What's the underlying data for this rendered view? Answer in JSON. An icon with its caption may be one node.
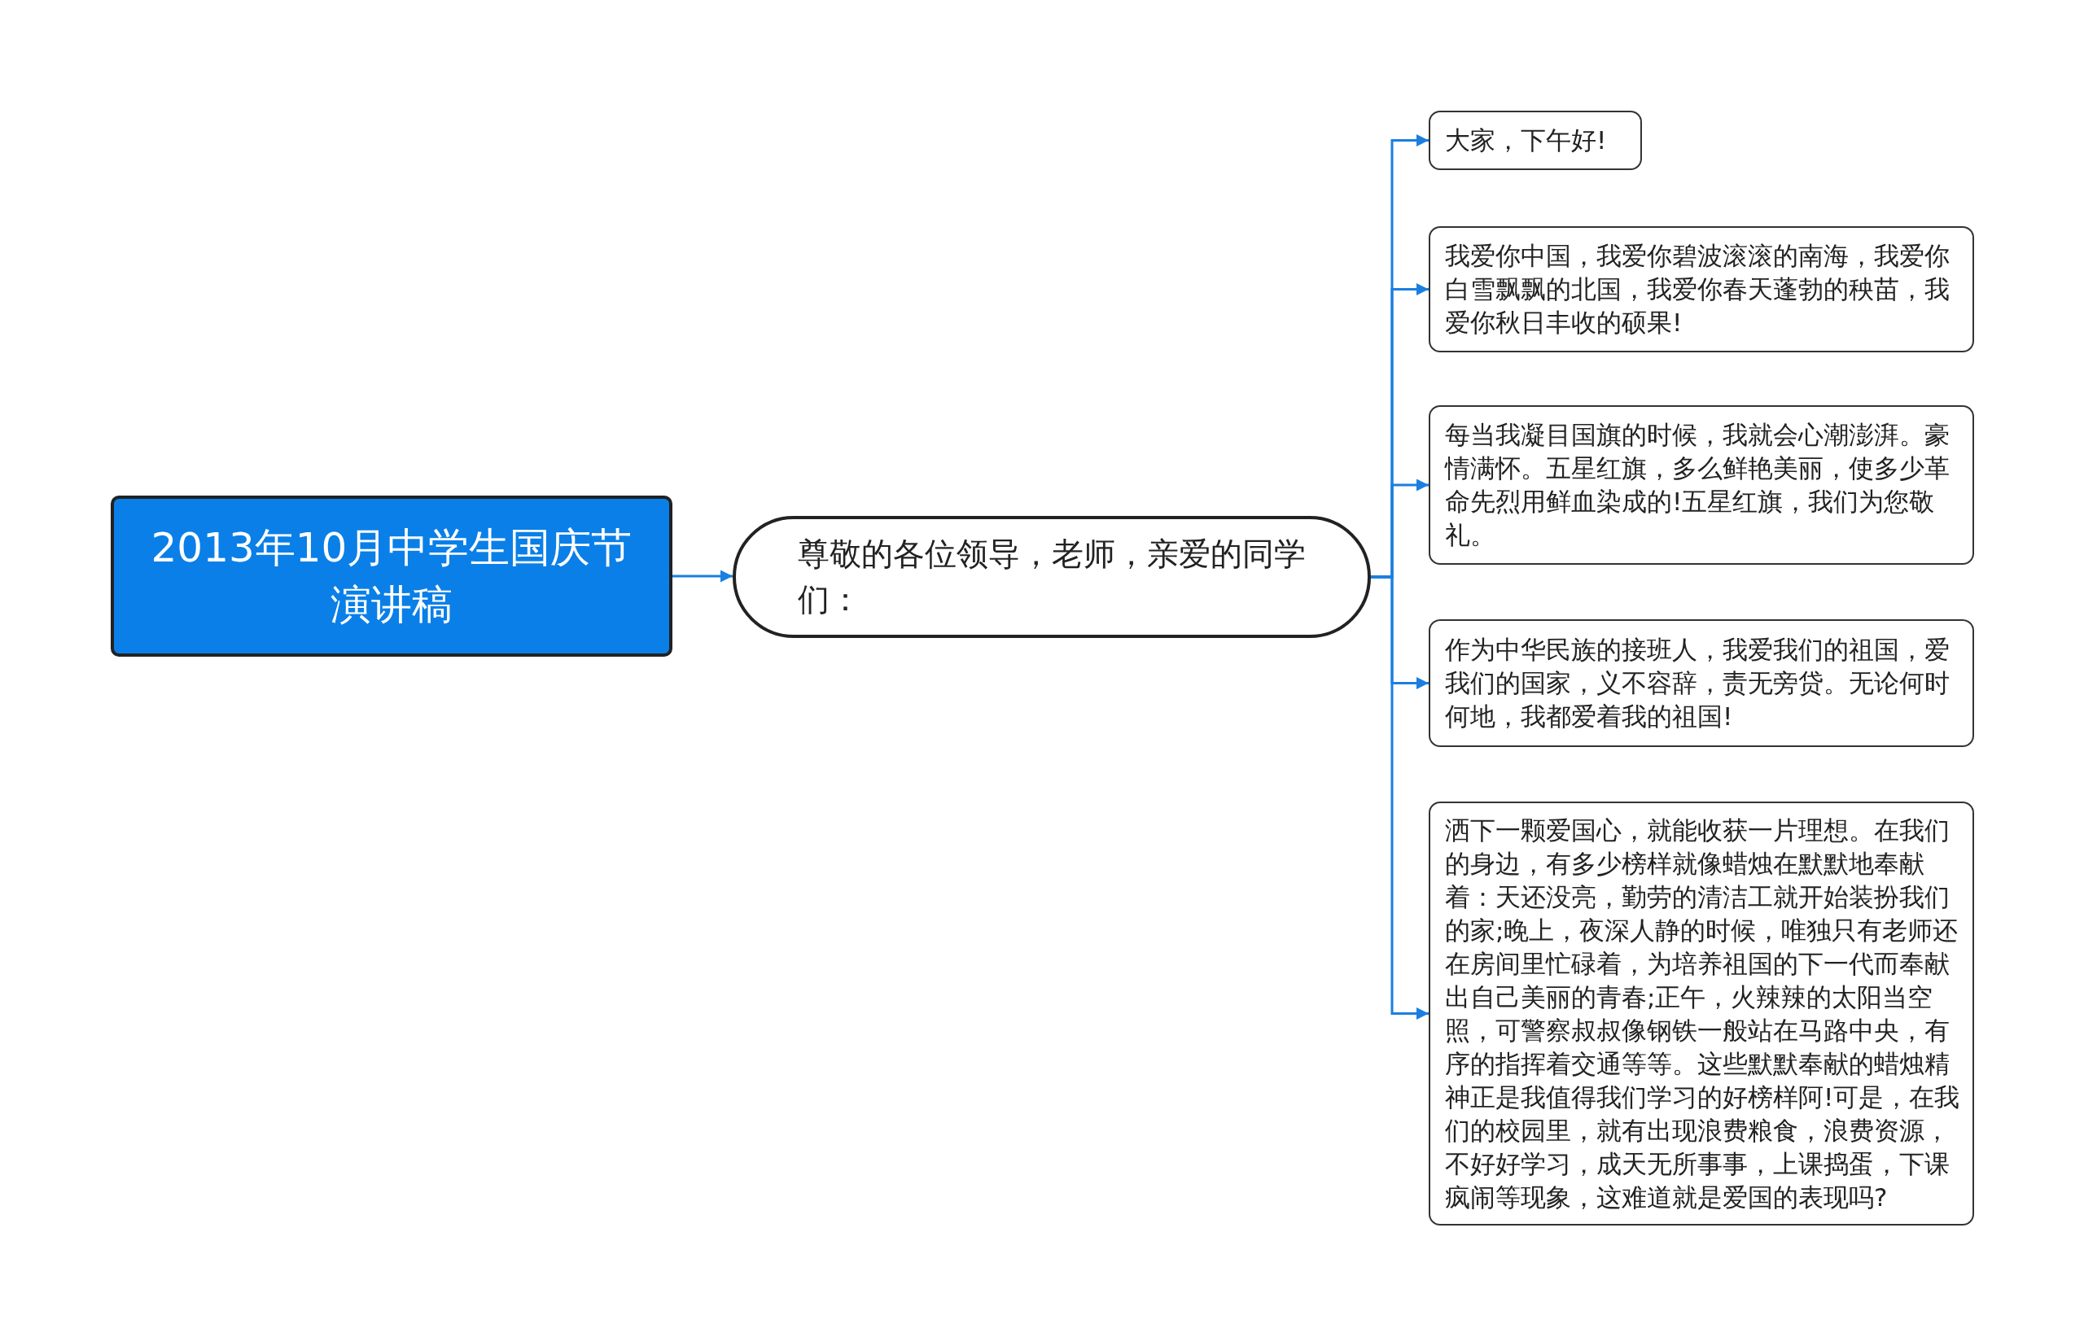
{
  "diagram": {
    "nodes": [
      {
        "text": [
          "2013年10月中学生国庆节演讲稿"
        ]
      },
      {
        "text": [
          "尊敬的各位领导，老师，亲爱的同学们："
        ]
      },
      {
        "text": [
          "大家，下午好!"
        ]
      },
      {
        "text": [
          "我爱你中国，我爱你碧波滚滚的南海，我爱你白雪飘飘的北国，我爱你春天蓬勃的秧苗，我爱你秋日丰收的硕果!"
        ]
      },
      {
        "text": [
          "每当我凝目国旗的时候，我就会心潮澎湃。豪情满怀。五星红旗，多么鲜艳美丽，使多少革命先烈用鲜血染成的!五星红旗，我们为您敬礼。"
        ]
      },
      {
        "text": [
          "作为中华民族的接班人，我爱我们的祖国，爱我们的国家，义不容辞，责无旁贷。无论何时何地，我都爱着我的祖国!"
        ]
      },
      {
        "text": [
          "洒下一颗爱国心，就能收获一片理想。在我们的身边，有多少榜样就像蜡烛在默默地奉献着：天还没亮，勤劳的清洁工就开始装扮我们的家;晚上，夜深人静的时候，唯独只有老师还在房间里忙碌着，为培养祖国的下一代而奉献出自己美丽的青春;正午，火辣辣的太阳当空照，可警察叔叔像钢铁一般站在马路中央，有序的指挥着交通等等。这些默默奉献的蜡烛精神正是我值得我们学习的好榜样阿!可是，在我们的校园里，就有出现浪费粮食，浪费资源，不好好学习，成天无所事事，上课捣蛋，下课疯闹等现象，这难道就是爱国的表现吗?"
        ]
      }
    ],
    "edges": [
      {
        "from": 0,
        "to": 1,
        "arrow": "to"
      },
      {
        "from": 1,
        "to": 2,
        "arrow": "to"
      },
      {
        "from": 1,
        "to": 3,
        "arrow": "to"
      },
      {
        "from": 1,
        "to": 4,
        "arrow": "to"
      },
      {
        "from": 1,
        "to": 5,
        "arrow": "to"
      },
      {
        "from": 1,
        "to": 6,
        "arrow": "to"
      }
    ]
  }
}
